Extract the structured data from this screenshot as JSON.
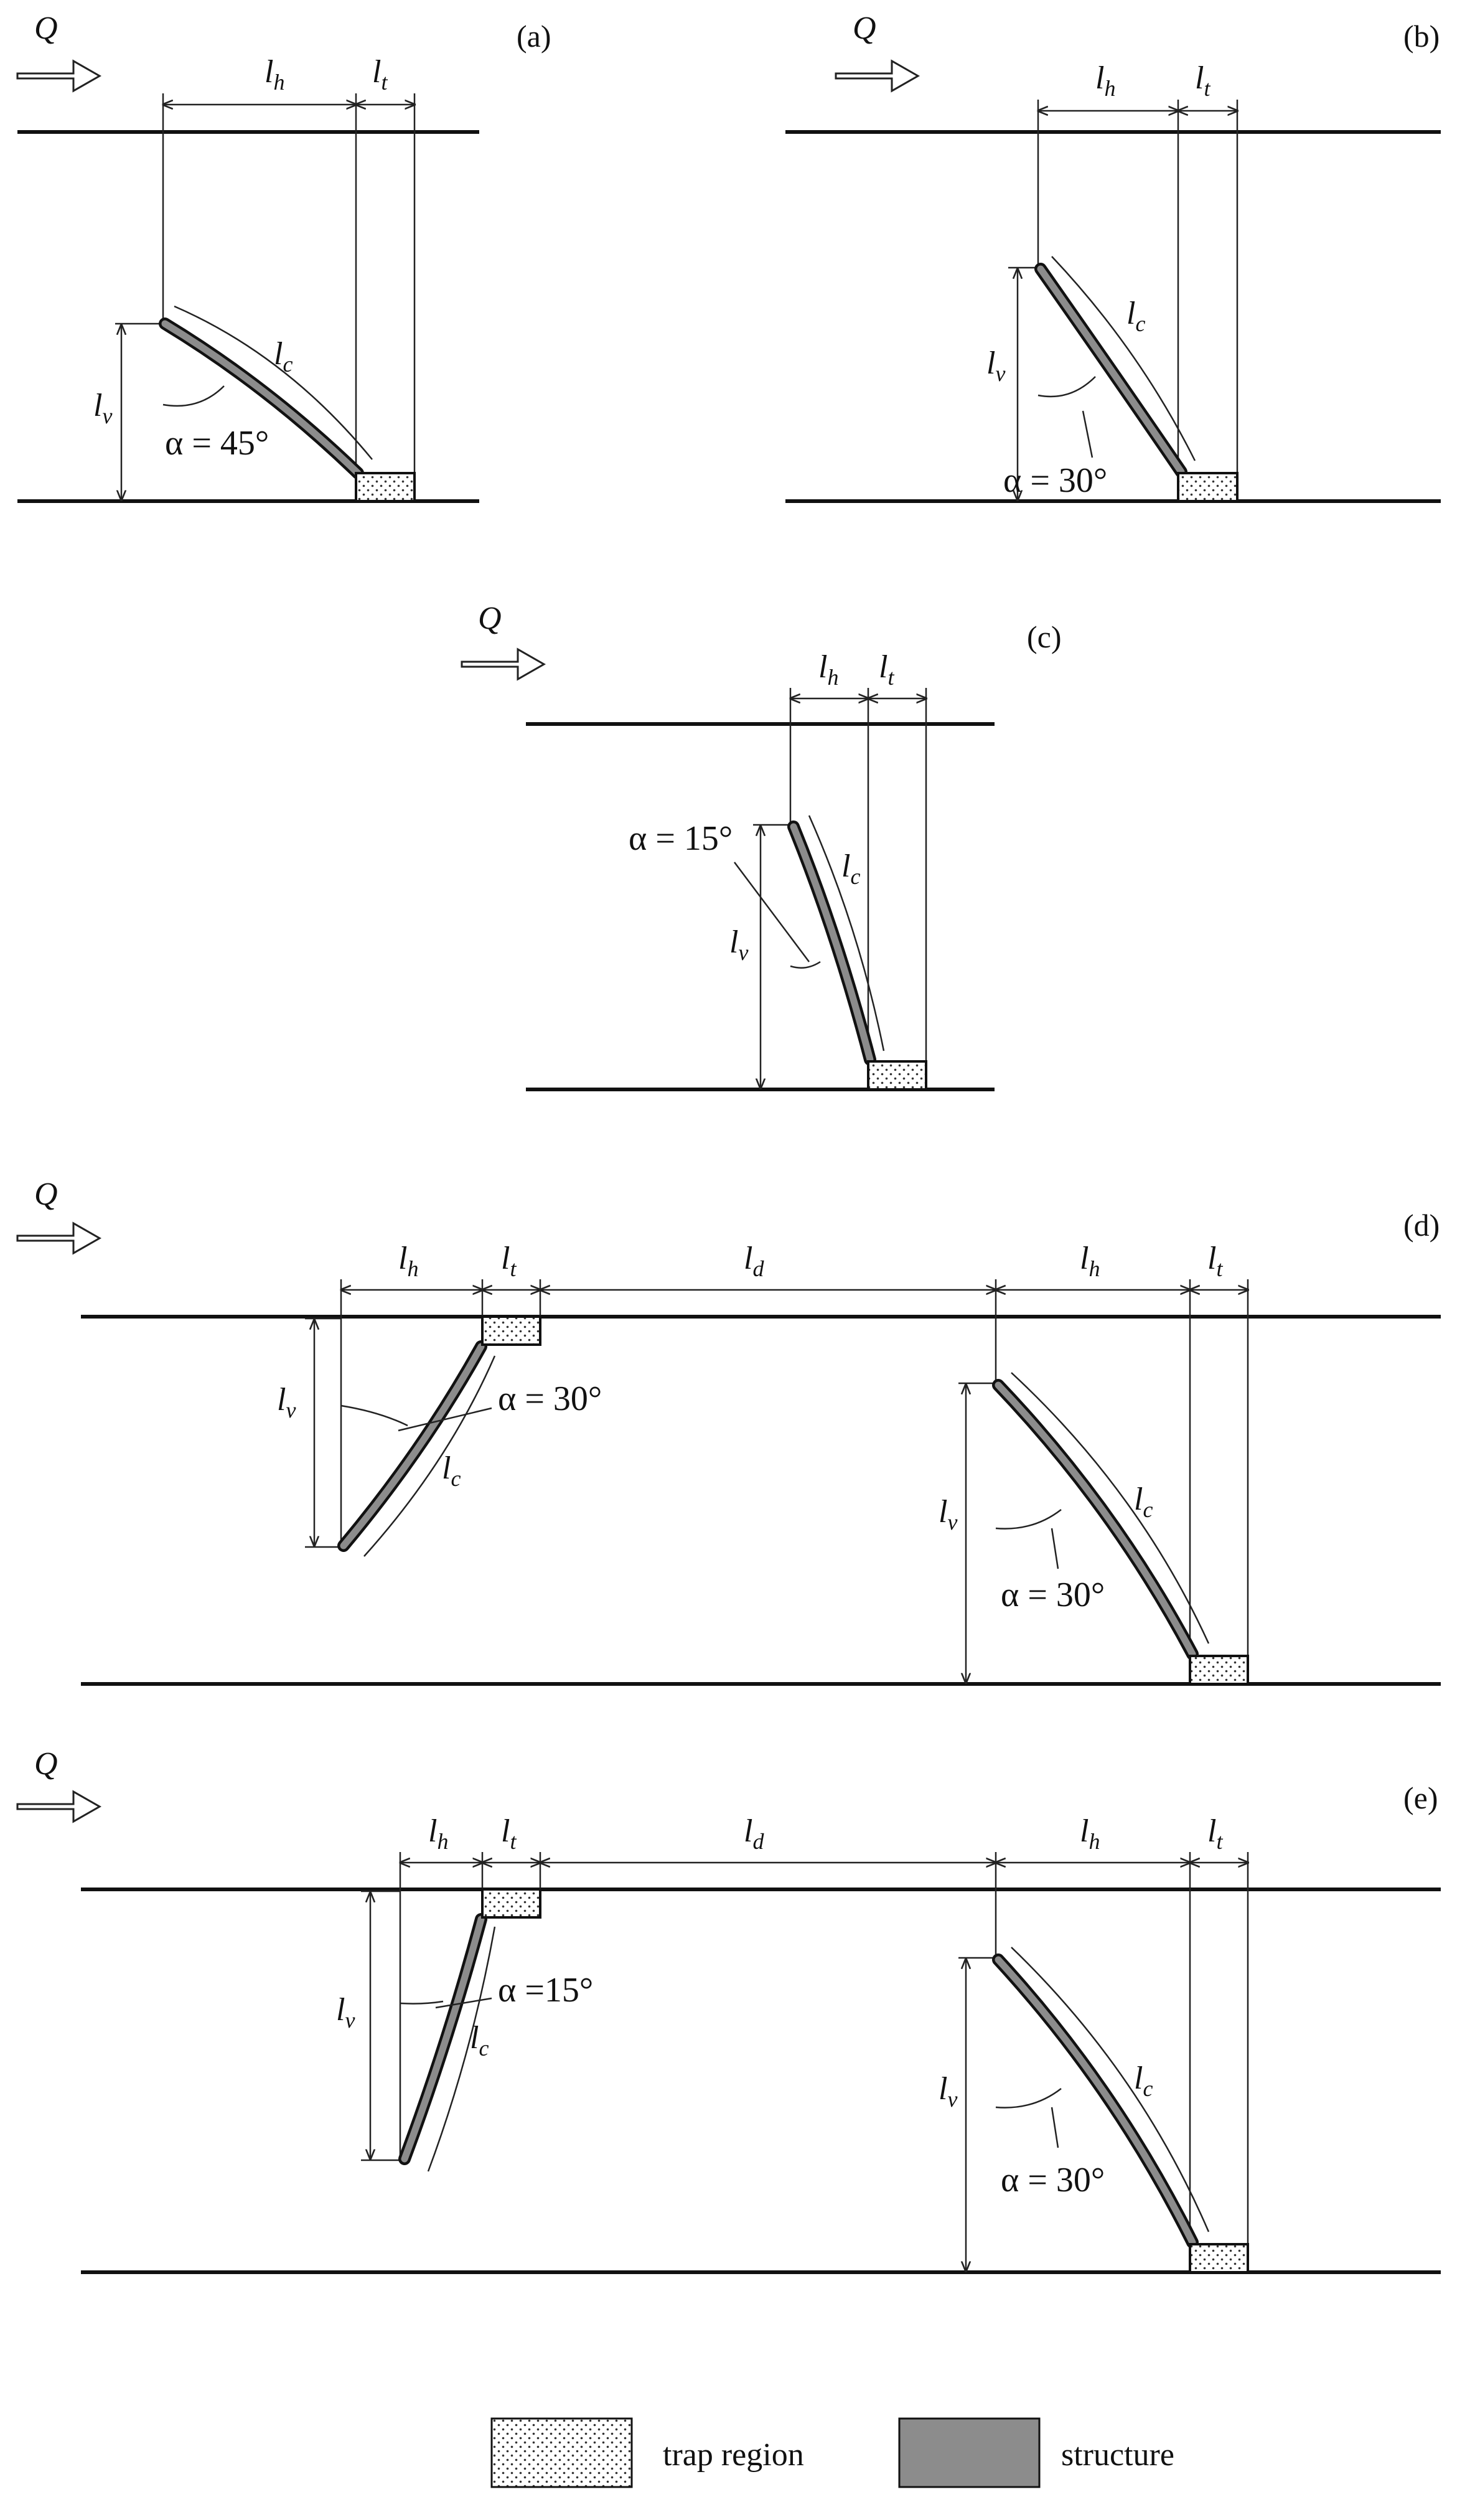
{
  "flow_label": "Q",
  "dims": {
    "lh": {
      "main": "l",
      "sub": "h"
    },
    "lt": {
      "main": "l",
      "sub": "t"
    },
    "lv": {
      "main": "l",
      "sub": "v"
    },
    "lc": {
      "main": "l",
      "sub": "c"
    },
    "ld": {
      "main": "l",
      "sub": "d"
    }
  },
  "panels": {
    "a": {
      "label": "(a)",
      "angle": "α = 45°"
    },
    "b": {
      "label": "(b)",
      "angle": "α = 30°"
    },
    "c": {
      "label": "(c)",
      "angle": "α = 15°"
    },
    "d": {
      "label": "(d)",
      "angle_left": "α = 30°",
      "angle_right": "α = 30°"
    },
    "e": {
      "label": "(e)",
      "angle_left": "α =15°",
      "angle_right": "α = 30°"
    }
  },
  "legend": {
    "trap": "trap region",
    "structure": "structure"
  },
  "colors": {
    "structure_fill": "#8c8c8c",
    "line": "#111111"
  }
}
